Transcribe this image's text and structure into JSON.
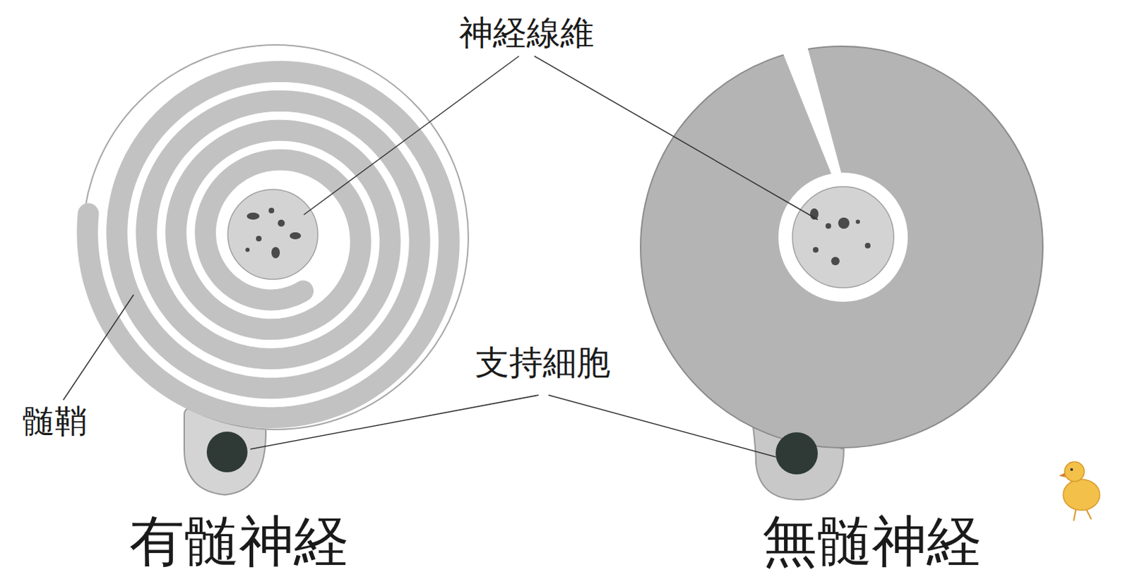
{
  "diagram": {
    "labels": [
      "神経線維",
      "髄鞘",
      "支持細胞",
      "有髄神経",
      "無髄神経"
    ]
  }
}
